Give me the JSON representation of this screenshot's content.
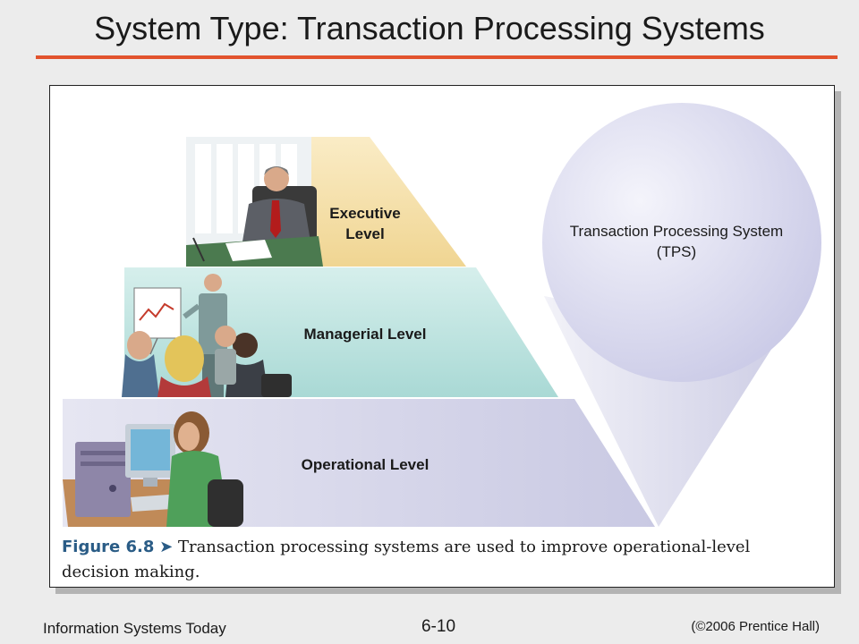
{
  "slide": {
    "title": "System Type: Transaction Processing Systems"
  },
  "diagram": {
    "levels": [
      {
        "label_lines": [
          "Executive",
          "Level"
        ],
        "color": "#f6e3b0"
      },
      {
        "label_lines": [
          "Managerial Level"
        ],
        "color": "#bfe3e0"
      },
      {
        "label_lines": [
          "Operational Level"
        ],
        "color": "#d8d8ec"
      }
    ],
    "tps_lines": [
      "Transaction Processing System",
      "(TPS)"
    ],
    "tps_color": "#dcdcef"
  },
  "caption": {
    "figure_label": "Figure 6.8",
    "text": "Transaction processing systems are used to improve operational-level decision making."
  },
  "footer": {
    "left": "Information Systems Today",
    "page": "6-10",
    "right": "(©2006 Prentice Hall)"
  }
}
